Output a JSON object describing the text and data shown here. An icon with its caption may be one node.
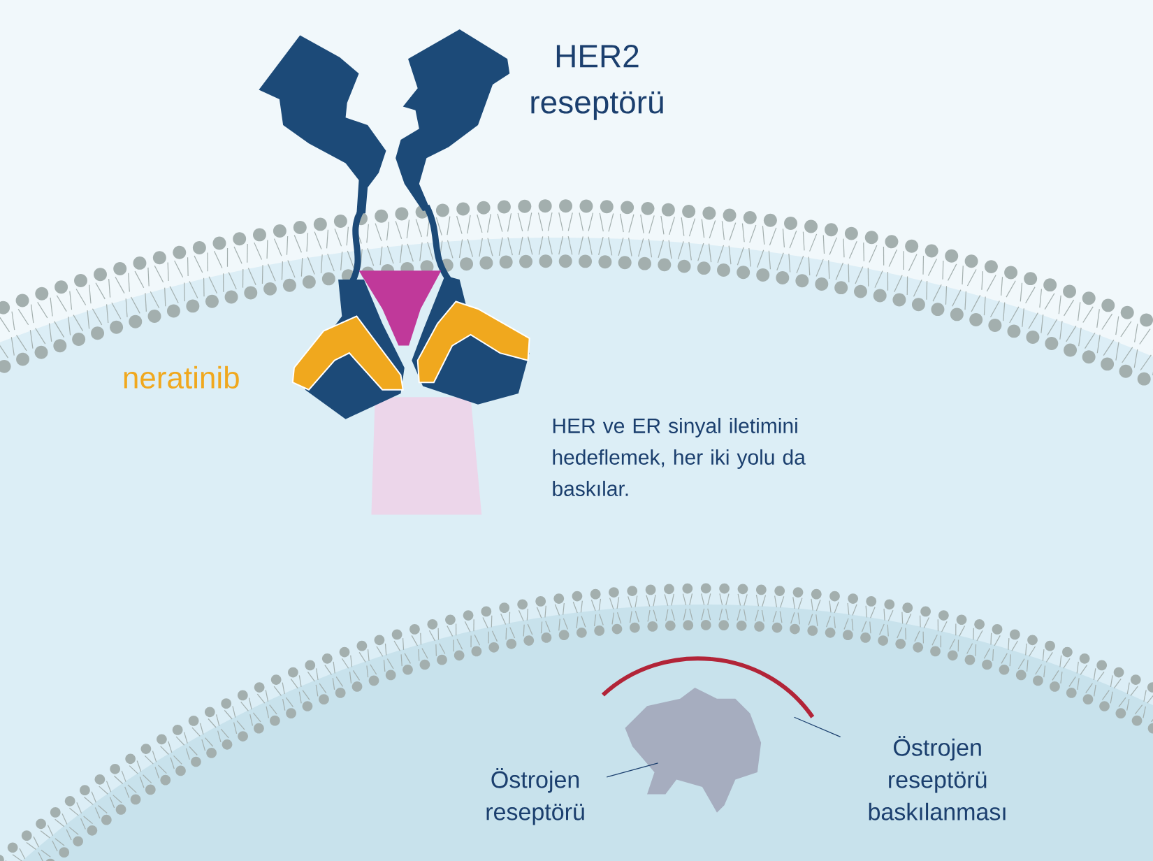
{
  "diagram": {
    "nodes": [
      {
        "text": [
          "Östrojen reseptörü"
        ]
      },
      {
        "text": [],
        "shape": "picture"
      },
      {
        "text": [
          "Östrojen reseptörü baskılanması"
        ]
      },
      {
        "text": [],
        "shape": "picture"
      }
    ],
    "edges": [
      {
        "from": 0,
        "to": 1,
        "arrow": "none"
      },
      {
        "from": 2,
        "to": 3,
        "arrow": "none"
      }
    ],
    "labels": [
      "HER2 reseptörü",
      "neratinib",
      "HER ve ER sinyal iletimini hedeflemek, her iki yolu da baskılar."
    ]
  }
}
